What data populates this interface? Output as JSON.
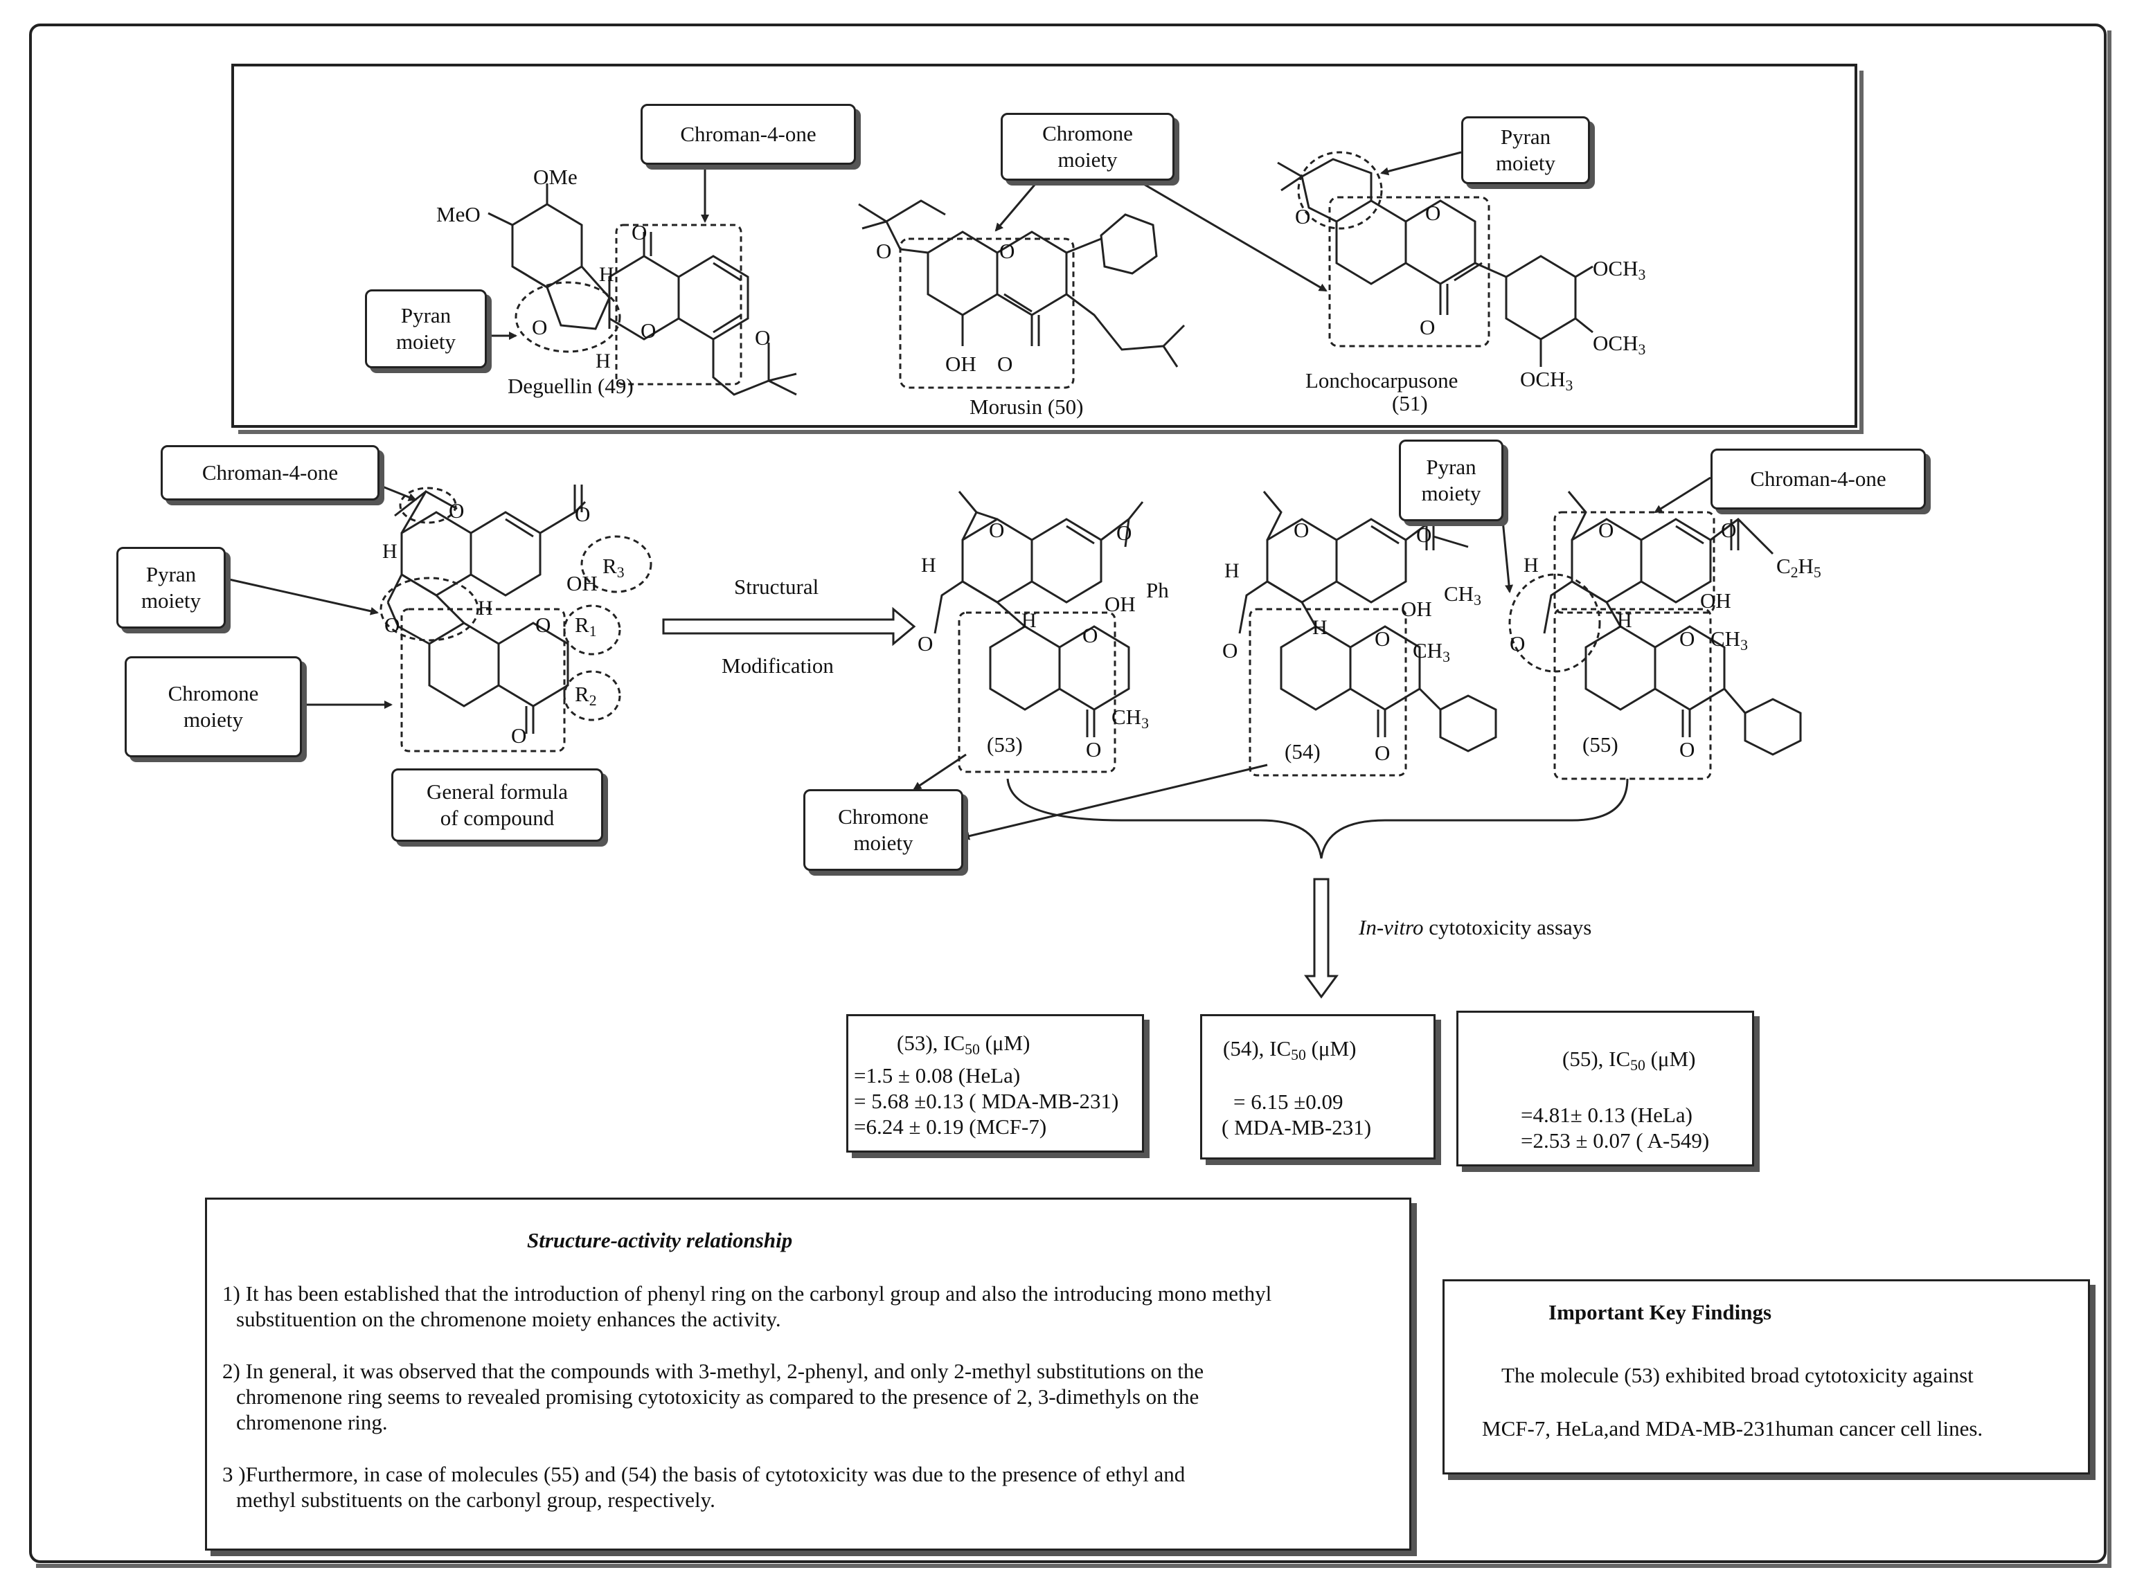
{
  "callouts": {
    "chroman_top": "Chroman-4-one",
    "chromone_top": [
      "Chromone",
      "moiety"
    ],
    "pyran_top_right": [
      "Pyran",
      "moiety"
    ],
    "pyran_top_left": [
      "Pyran",
      "moiety"
    ],
    "chroman_mid_left": "Chroman-4-one",
    "pyran_mid_left": [
      "Pyran",
      "moiety"
    ],
    "chromone_mid_left": [
      "Chromone",
      "moiety"
    ],
    "pyran_mid_right": [
      "Pyran",
      "moiety"
    ],
    "chroman_mid_right": "Chroman-4-one",
    "chromone_bottom": [
      "Chromone",
      "moiety"
    ],
    "general_formula": [
      "General formula",
      "of compound"
    ]
  },
  "compounds": {
    "deguellin": "Deguellin    (49)",
    "morusin": "Morusin  (50)",
    "lonchocarpusone": "Lonchocarpusone",
    "lonchocarpusone_num": "(51)",
    "c53": "(53)",
    "c54": "(54)",
    "c55": "(55)"
  },
  "atoms": {
    "ome": "OMe",
    "meo": "MeO",
    "o": "O",
    "h": "H",
    "oh": "OH",
    "ph": "Ph",
    "och3": "OCH",
    "ch3": "CH",
    "c2h5": "C",
    "r1": "R",
    "r2": "R",
    "r3": "R",
    "sub1": "1",
    "sub2": "2",
    "sub3": "3",
    "sub5": "5"
  },
  "arrows": {
    "structural": "Structural",
    "modification": "Modification",
    "invitro_italic": "In-vitro",
    "invitro_rest": " cytotoxicity assays"
  },
  "ic50": {
    "box53": {
      "head": "(53),   IC",
      "unit": " (μM)",
      "lines": [
        "=1.5 ± 0.08 (HeLa)",
        "= 5.68 ±0.13 ( MDA-MB-231)",
        "=6.24 ± 0.19 (MCF-7)"
      ]
    },
    "box54": {
      "head": "(54),   IC",
      "unit": " (μM)",
      "lines": [
        "= 6.15 ±0.09",
        "( MDA-MB-231)"
      ]
    },
    "box55": {
      "head": "(55), IC",
      "unit": " (μM)",
      "lines": [
        "=4.81± 0.13 (HeLa)",
        "=2.53 ± 0.07 ( A-549)"
      ]
    },
    "sub50": "50"
  },
  "sar": {
    "title": "Structure-activity relationship",
    "items": [
      "1) It has been established that the introduction of phenyl ring on the carbonyl group and also the introducing mono methyl substituention on the chromenone moiety enhances the activity.",
      "2) In general, it was observed that the compounds with 3-methyl, 2-phenyl, and only 2-methyl substitutions on the chromenone ring seems to revealed promising cytotoxicity as compared to the presence of 2, 3-dimethyls on the chromenone ring.",
      "3 )Furthermore, in case of molecules (55) and (54) the basis of cytotoxicity was due to the presence of ethyl and methyl substituents on the carbonyl group, respectively."
    ]
  },
  "key_findings": {
    "title": "Important Key Findings",
    "line1": "The molecule (53) exhibited broad cytotoxicity against",
    "line2": "MCF-7, HeLa,and MDA-MB-231human cancer cell lines."
  },
  "colors": {
    "stroke": "#222222",
    "shadow": "#555555",
    "background": "#ffffff"
  }
}
